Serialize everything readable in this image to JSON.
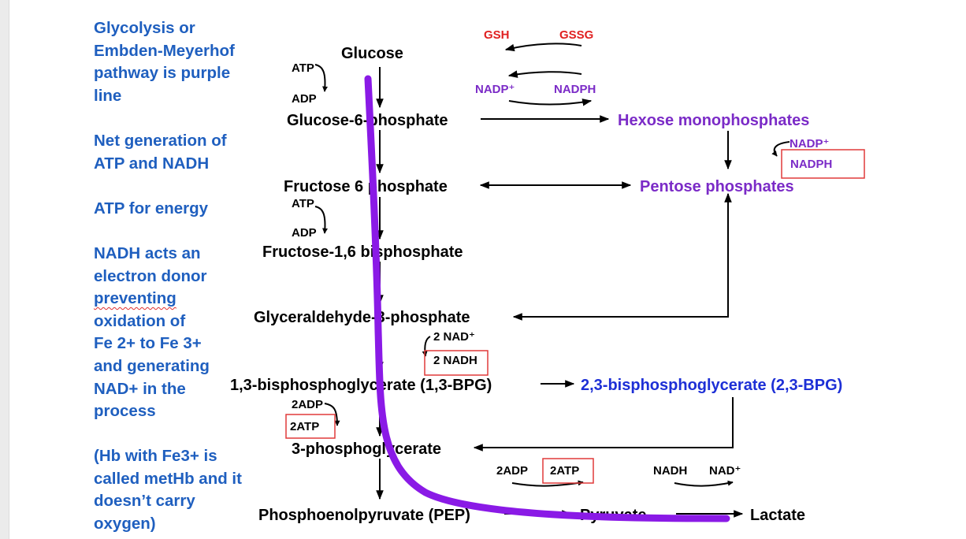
{
  "notes": {
    "lines_1": [
      "Glycolysis or",
      "Embden-Meyerhof",
      "pathway is purple",
      "line"
    ],
    "lines_2": [
      "Net generation of",
      "ATP and NADH"
    ],
    "lines_3": [
      "ATP for energy"
    ],
    "lines_4a": [
      "NADH acts an",
      "electron donor"
    ],
    "squiggle_word": "preventing",
    "lines_4b": [
      "oxidation of",
      "Fe 2+ to Fe 3+",
      "and generating",
      "NAD+ in the",
      "process"
    ],
    "lines_5": [
      "(Hb with Fe3+ is",
      "called metHb and it",
      "doesn’t carry",
      "oxygen)"
    ]
  },
  "pathway": {
    "glucose": "Glucose",
    "atp_1": "ATP",
    "adp_1": "ADP",
    "g6p": "Glucose-6-phosphate",
    "f6p": "Fructose 6 phosphate",
    "atp_2": "ATP",
    "adp_2": "ADP",
    "f16bp": "Fructose-1,6 bisphosphate",
    "g3p": "Glyceraldehyde-3-phosphate",
    "nad_2": "2 NAD⁺",
    "nadh_2": "2 NADH",
    "bpg13": "1,3-bisphosphoglycerate (1,3-BPG)",
    "adp_3": "2ADP",
    "atp_3": "2ATP",
    "pg3": "3-phosphoglycerate",
    "pep": "Phosphoenolpyruvate (PEP)",
    "adp_4": "2ADP",
    "atp_4": "2ATP",
    "pyruvate": "Pyruvate",
    "nadh_3": "NADH",
    "nad_3": "NAD⁺",
    "lactate": "Lactate"
  },
  "shunt": {
    "gsh": "GSH",
    "gssg": "GSSG",
    "nadp_1": "NADP⁺",
    "nadph_1": "NADPH",
    "hexose": "Hexose monophosphates",
    "nadp_2": "NADP⁺",
    "nadph_2": "NADPH",
    "pentose": "Pentose phosphates"
  },
  "rapoport": {
    "bpg23": "2,3-bisphosphoglycerate (2,3-BPG)"
  },
  "colors": {
    "note_blue": "#1f5fbf",
    "glycolysis_purple": "#8a1ae6",
    "shunt_purple": "#7b2bc7",
    "bpg_blue": "#1d2fd6",
    "red": "#e02020",
    "box_red": "#e03a3a"
  }
}
